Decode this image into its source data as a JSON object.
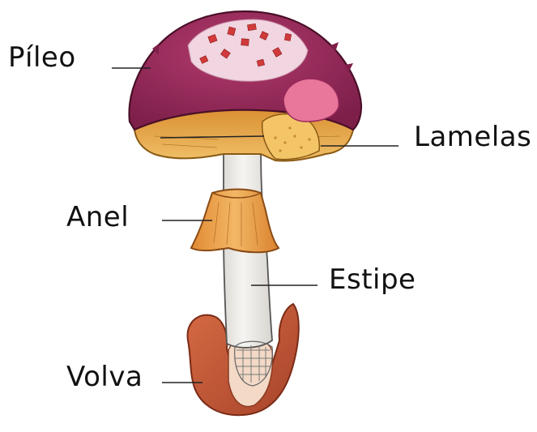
{
  "diagram": {
    "labels": {
      "pileo": "Píleo",
      "lamelas": "Lamelas",
      "anel": "Anel",
      "estipe": "Estipe",
      "volva": "Volva"
    },
    "colors": {
      "cap": "#9a2a5c",
      "cap_dark": "#7e1f4a",
      "gills": "#e2a64c",
      "ring": "#e9a552",
      "stipe": "#f1efec",
      "volva": "#c9593a",
      "leader_line": "#222222"
    }
  }
}
